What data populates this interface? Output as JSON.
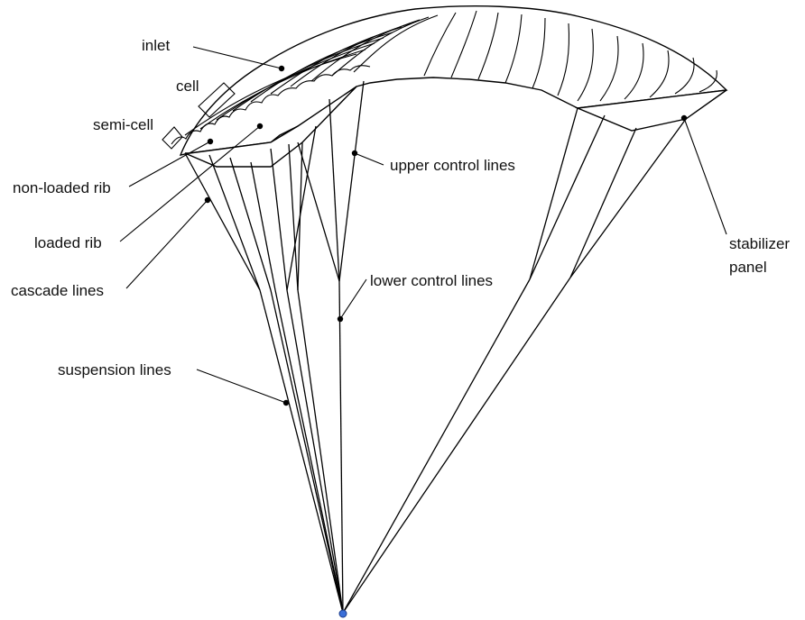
{
  "labels": {
    "inlet": "inlet",
    "cell": "cell",
    "semi_cell": "semi-cell",
    "non_loaded_rib": "non-loaded rib",
    "loaded_rib": "loaded rib",
    "cascade_lines": "cascade lines",
    "suspension_lines": "suspension lines",
    "upper_control_lines": "upper control lines",
    "lower_control_lines": "lower control lines",
    "stabilizer_line1": "stabilizer",
    "stabilizer_line2": "panel"
  },
  "colors": {
    "line": "#000000",
    "pilot_point": "#3b6fd8",
    "background": "#ffffff"
  }
}
